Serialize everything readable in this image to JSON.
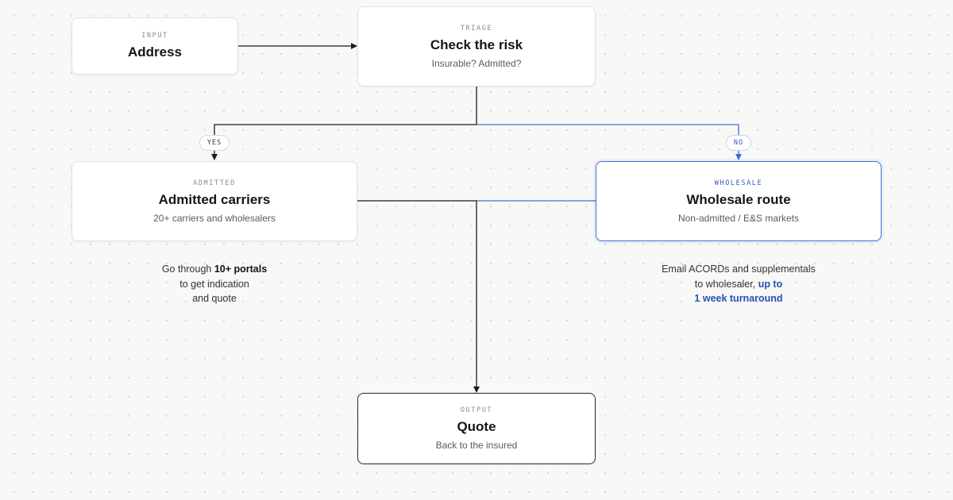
{
  "nodes": {
    "input": {
      "eyebrow": "INPUT",
      "title": "Address"
    },
    "triage": {
      "eyebrow": "TRIAGE",
      "title": "Check the risk",
      "subtitle": "Insurable? Admitted?"
    },
    "admitted": {
      "eyebrow": "ADMITTED",
      "title": "Admitted carriers",
      "subtitle": "20+ carriers and wholesalers"
    },
    "wholesale": {
      "eyebrow": "WHOLESALE",
      "title": "Wholesale route",
      "subtitle": "Non-admitted / E&S markets"
    },
    "output": {
      "eyebrow": "OUTPUT",
      "title": "Quote",
      "subtitle": "Back to the insured"
    }
  },
  "branches": {
    "yes": "YES",
    "no": "NO"
  },
  "notes": {
    "admitted": {
      "line1_a": "Go through ",
      "line1_b": "10+ portals",
      "line2": "to get indication",
      "line3": "and quote"
    },
    "wholesale": {
      "line1": "Email ACORDs and supplementals",
      "line2_a": "to wholesaler, ",
      "line2_b": "up to",
      "line3": "1 week turnaround"
    }
  },
  "colors": {
    "accent_blue": "#3f6fd6",
    "text_blue": "#2452b8",
    "line_dark": "#1c1c1c",
    "background": "#f8f8f6"
  }
}
